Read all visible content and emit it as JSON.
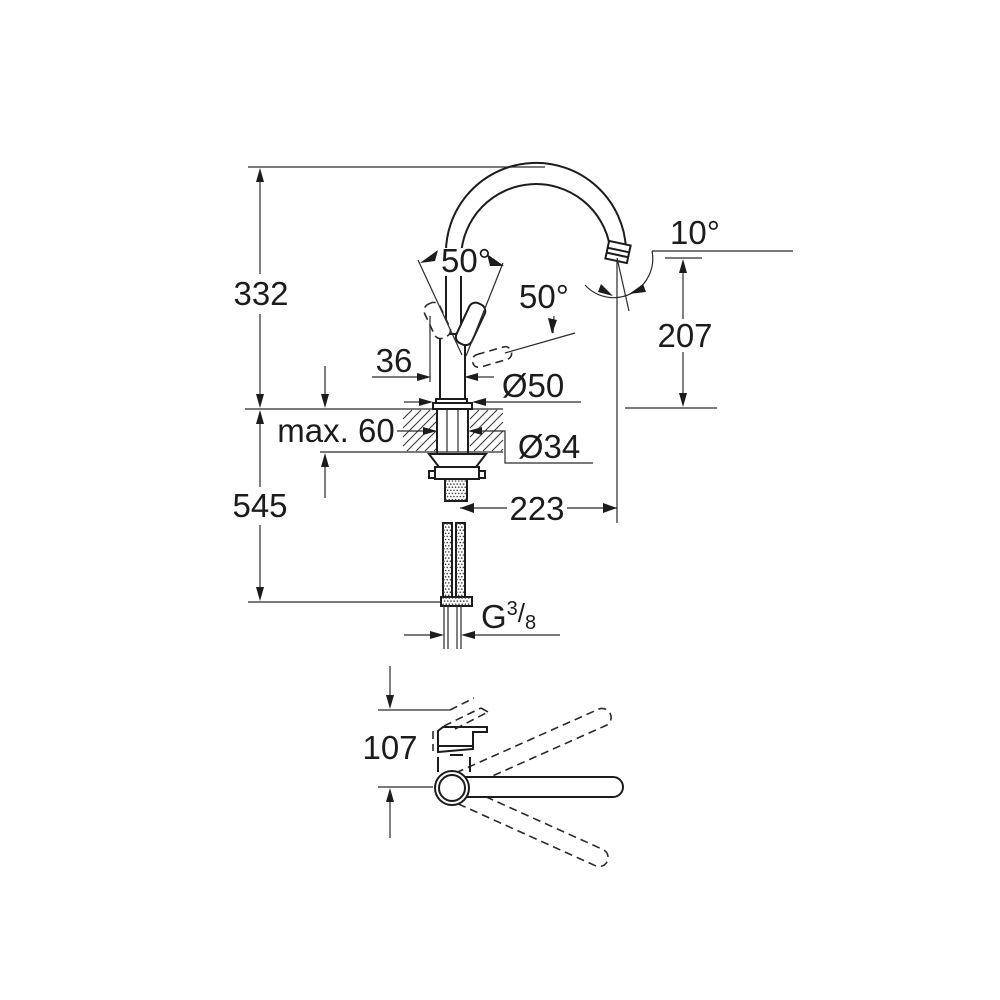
{
  "drawing": {
    "kind": "faucet installation dimension drawing",
    "labels": {
      "total_height": "332",
      "below_deck_length": "545",
      "deck_thickness": "max. 60",
      "body_width": "36",
      "base_diameter": "Ø50",
      "shank_diameter": "Ø34",
      "spout_reach": "223",
      "outlet_height": "207",
      "outlet_angle": "10°",
      "lever_angle_open": "50°",
      "lever_angle_side": "50°",
      "top_view_offset": "107",
      "thread": {
        "g": "G",
        "numerator": "3",
        "slash": "/",
        "denominator": "8"
      }
    },
    "colors": {
      "line": "#1c1c1c",
      "background": "#ffffff"
    }
  }
}
